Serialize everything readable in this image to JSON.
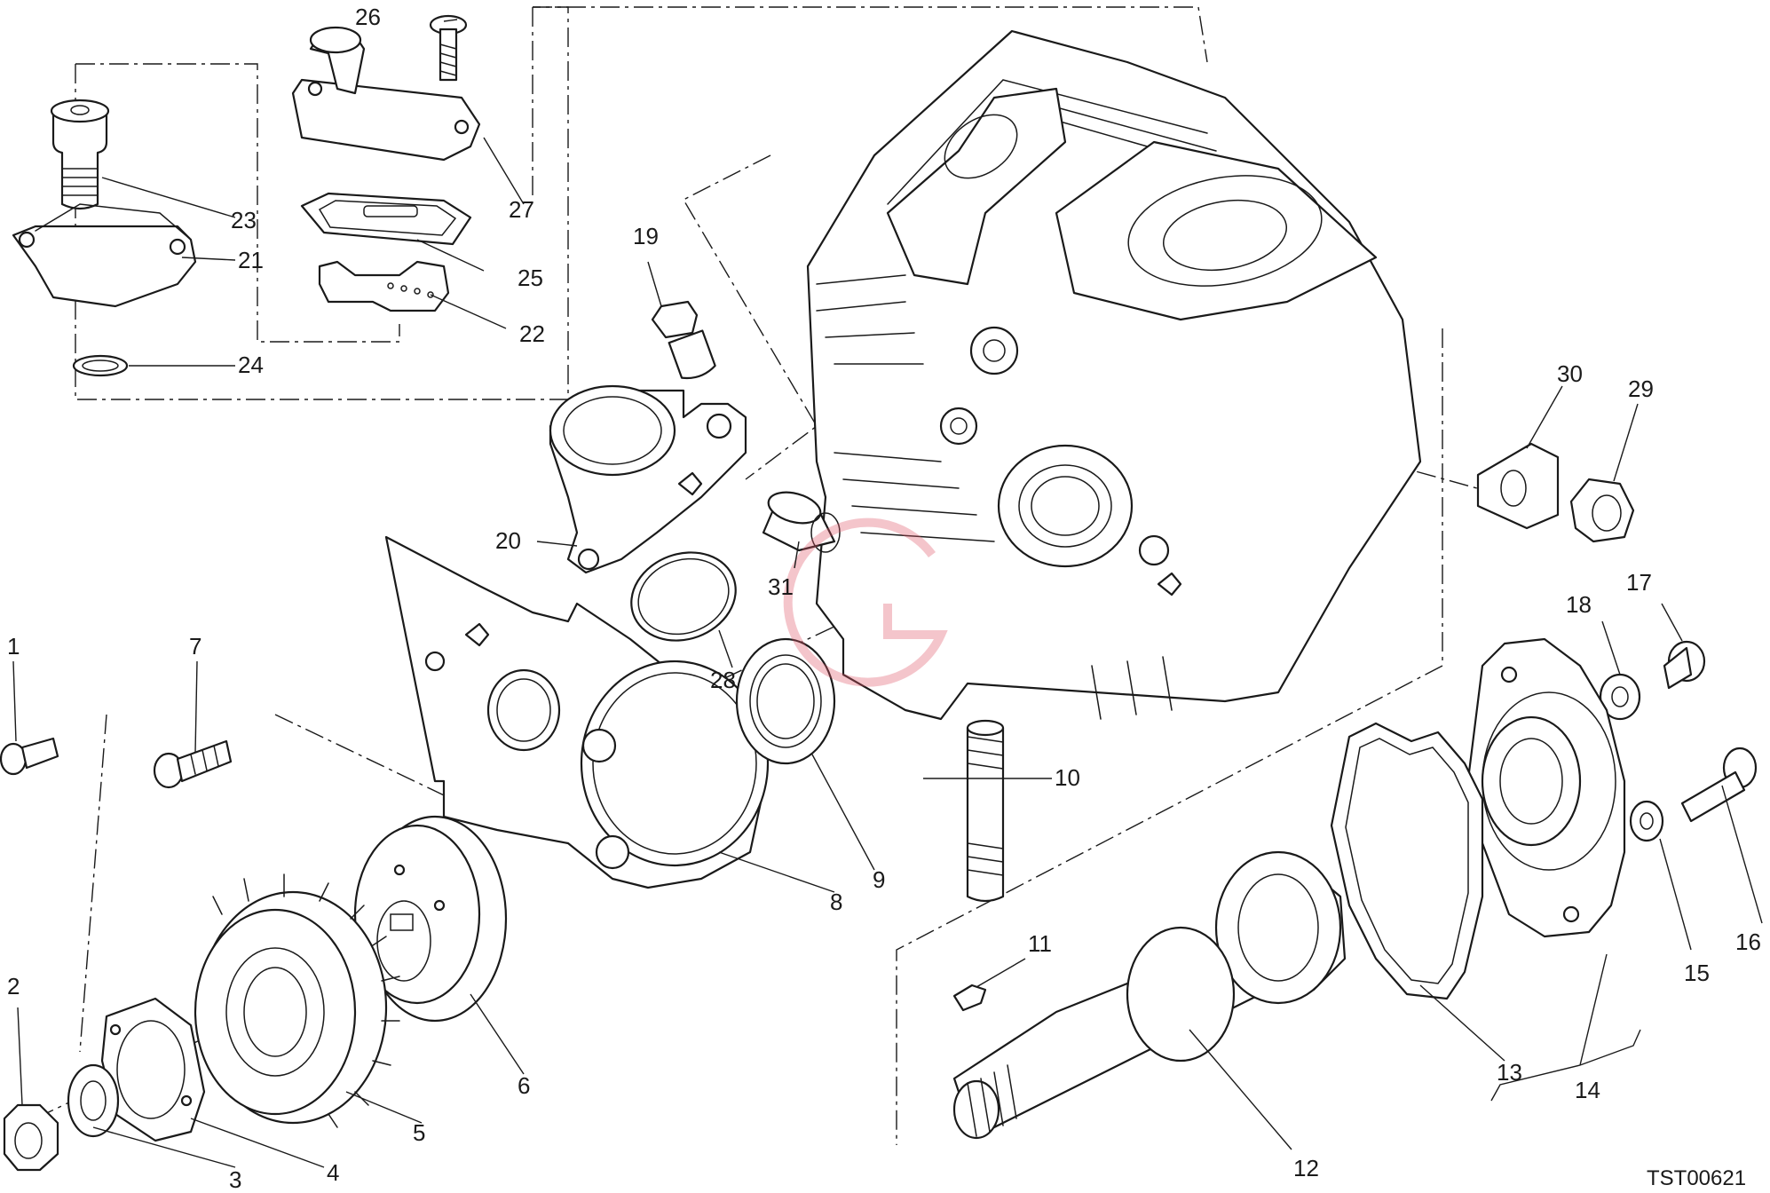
{
  "diagram_code": "TST00621",
  "callouts": [
    "1",
    "2",
    "3",
    "4",
    "5",
    "6",
    "7",
    "8",
    "9",
    "10",
    "11",
    "12",
    "13",
    "14",
    "15",
    "16",
    "17",
    "18",
    "19",
    "20",
    "21",
    "22",
    "23",
    "24",
    "25",
    "26",
    "27",
    "28",
    "29",
    "30",
    "31"
  ],
  "colors": {
    "line": "#1a1a1a",
    "background": "#ffffff",
    "watermark": "#e05a6a"
  }
}
